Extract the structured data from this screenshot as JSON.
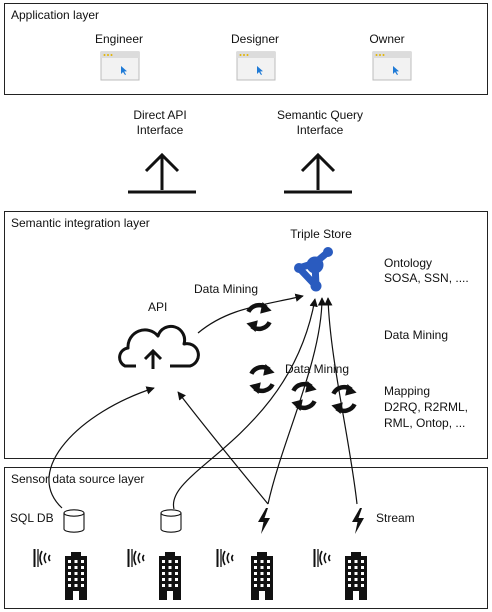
{
  "application_layer": {
    "title": "Application layer",
    "roles": [
      {
        "label": "Engineer"
      },
      {
        "label": "Designer"
      },
      {
        "label": "Owner"
      }
    ]
  },
  "interfaces": {
    "direct_api": {
      "line1": "Direct API",
      "line2": "Interface"
    },
    "semantic_query": {
      "line1": "Semantic Query",
      "line2": "Interface"
    }
  },
  "semantic_layer": {
    "title": "Semantic integration layer",
    "triple_store": "Triple Store",
    "api": "API",
    "data_mining_left": "Data Mining",
    "data_mining_center": "Data Mining",
    "data_mining_right": "Data Mining",
    "ontology": {
      "line1": "Ontology",
      "line2": "SOSA, SSN, ...."
    },
    "mapping": {
      "line1": "Mapping",
      "line2": "D2RQ, R2RML,",
      "line3": "RML, Ontop, ..."
    }
  },
  "sensor_layer": {
    "title": "Sensor data source layer",
    "sql_db": "SQL DB",
    "stream": "Stream"
  }
}
